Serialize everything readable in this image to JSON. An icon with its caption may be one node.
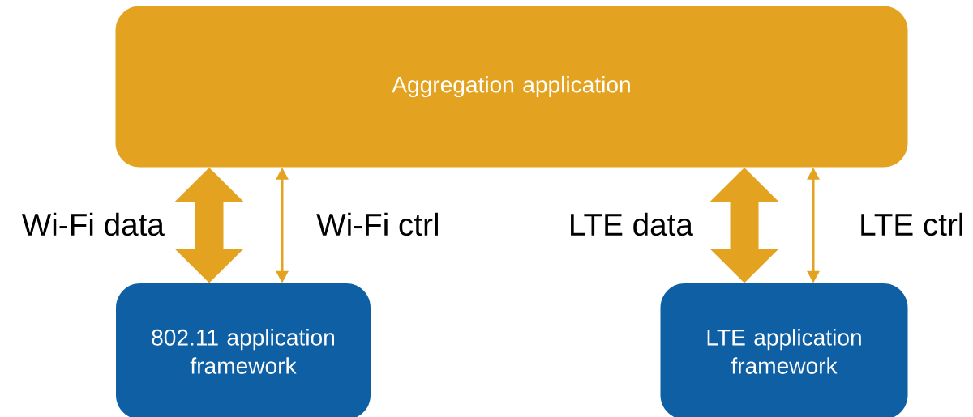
{
  "diagram": {
    "nodes": [
      {
        "text": [
          "Aggregation application"
        ]
      },
      {
        "text": [
          "802.11 application framework"
        ]
      },
      {
        "text": [
          "LTE application framework"
        ]
      }
    ],
    "edges": [
      {
        "from": 0,
        "to": 1,
        "arrow": "both",
        "label": "Wi-Fi data",
        "style": "thick"
      },
      {
        "from": 0,
        "to": 1,
        "arrow": "both",
        "label": "Wi-Fi ctrl"
      },
      {
        "from": 0,
        "to": 2,
        "arrow": "both",
        "label": "LTE data",
        "style": "thick"
      },
      {
        "from": 0,
        "to": 2,
        "arrow": "both",
        "label": "LTE ctrl"
      }
    ]
  }
}
